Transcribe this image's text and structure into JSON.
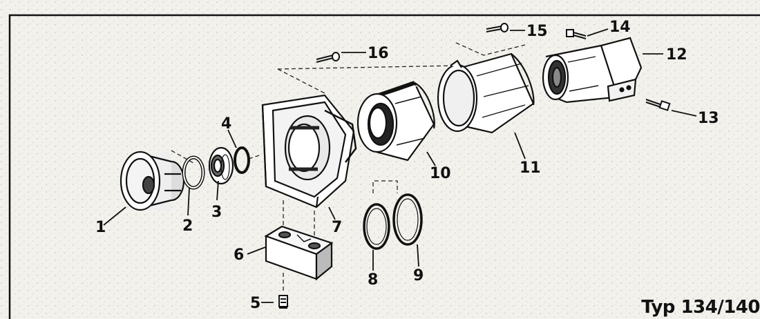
{
  "parts": [
    {
      "id": "part-1",
      "number": "1"
    },
    {
      "id": "part-2",
      "number": "2"
    },
    {
      "id": "part-3",
      "number": "3"
    },
    {
      "id": "part-4",
      "number": "4"
    },
    {
      "id": "part-5",
      "number": "5"
    },
    {
      "id": "part-6",
      "number": "6"
    },
    {
      "id": "part-7",
      "number": "7"
    },
    {
      "id": "part-8",
      "number": "8"
    },
    {
      "id": "part-9",
      "number": "9"
    },
    {
      "id": "part-10",
      "number": "10"
    },
    {
      "id": "part-11",
      "number": "11"
    },
    {
      "id": "part-12",
      "number": "12"
    },
    {
      "id": "part-13",
      "number": "13"
    },
    {
      "id": "part-14",
      "number": "14"
    },
    {
      "id": "part-15",
      "number": "15"
    },
    {
      "id": "part-16",
      "number": "16"
    }
  ],
  "type_label": "Typ 134/140"
}
